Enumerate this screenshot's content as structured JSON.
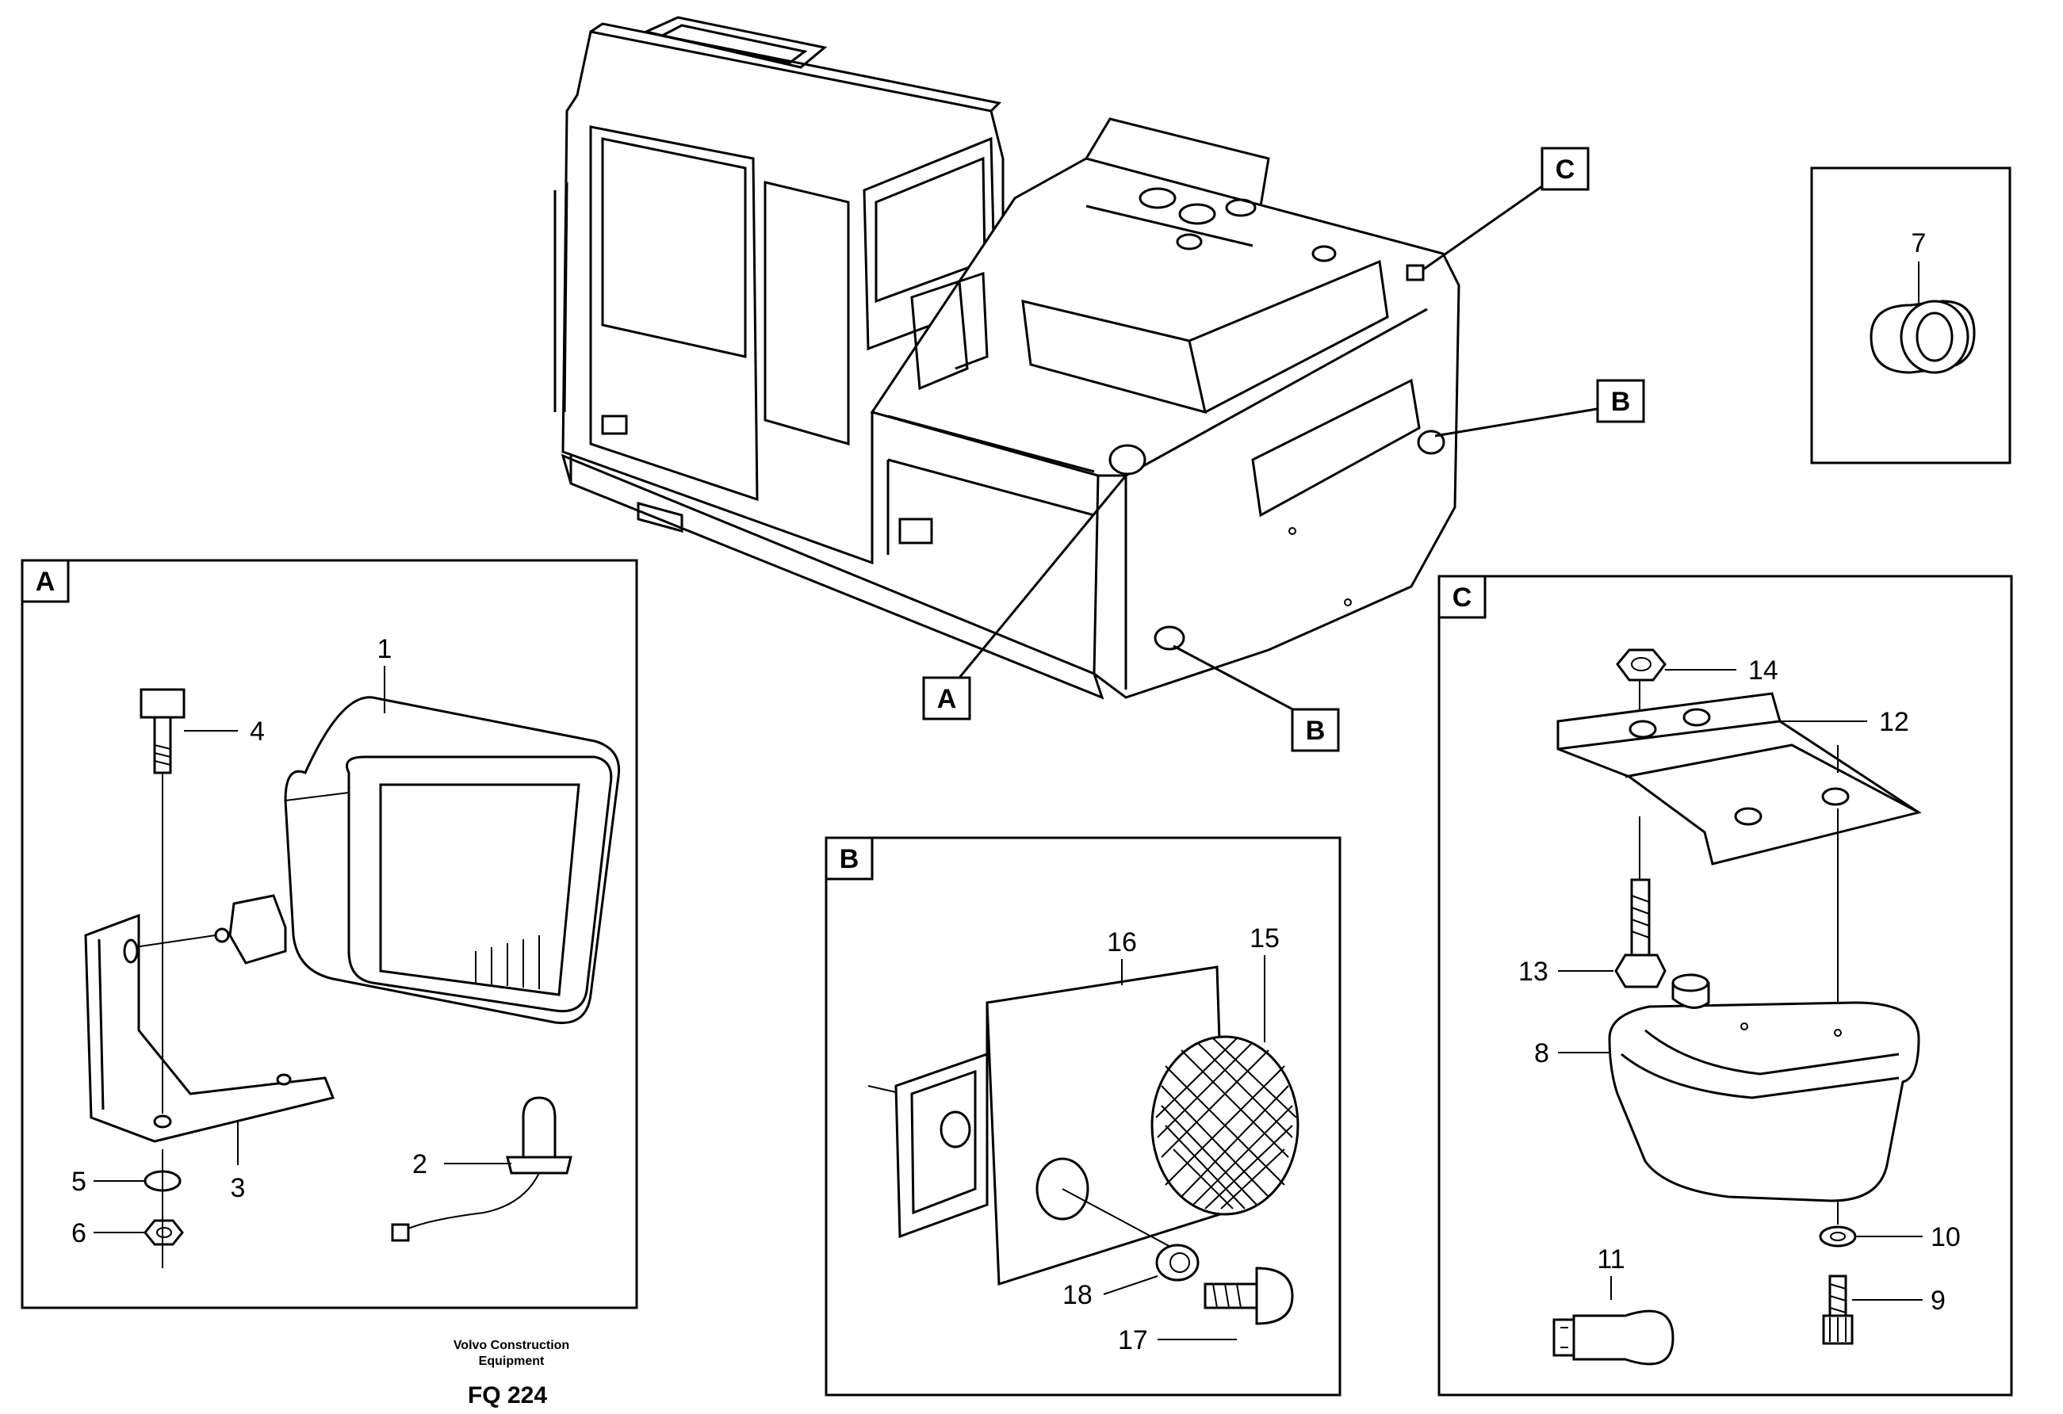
{
  "callouts": {
    "c1": "1",
    "c2": "2",
    "c3": "3",
    "c4": "4",
    "c5": "5",
    "c6": "6",
    "c7": "7",
    "c8": "8",
    "c9": "9",
    "c10": "10",
    "c11": "11",
    "c12": "12",
    "c13": "13",
    "c14": "14",
    "c15": "15",
    "c16": "16",
    "c17": "17",
    "c18": "18"
  },
  "detail_tags": {
    "a": "A",
    "b": "B",
    "c": "C"
  },
  "footer": {
    "company_line1": "Volvo Construction",
    "company_line2": "Equipment",
    "code": "FQ 224"
  }
}
